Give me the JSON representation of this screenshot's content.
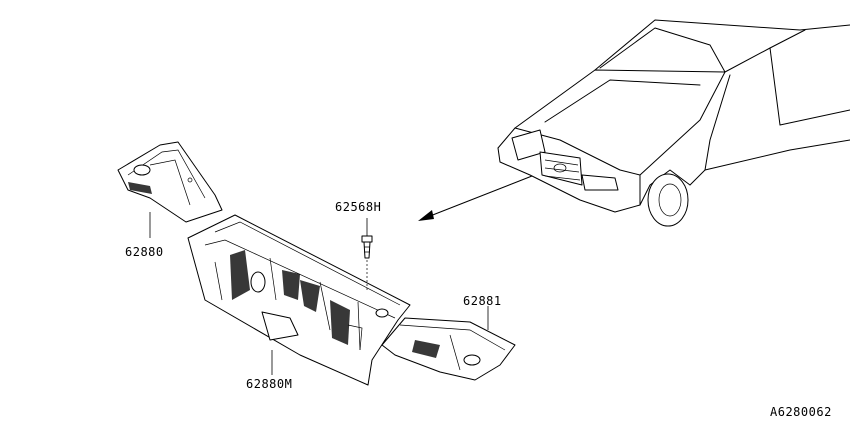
{
  "part_labels": {
    "bracket_left": "62880",
    "center_panel": "62880M",
    "clip": "62568H",
    "bracket_right": "62881"
  },
  "reference_code": "A6280062"
}
